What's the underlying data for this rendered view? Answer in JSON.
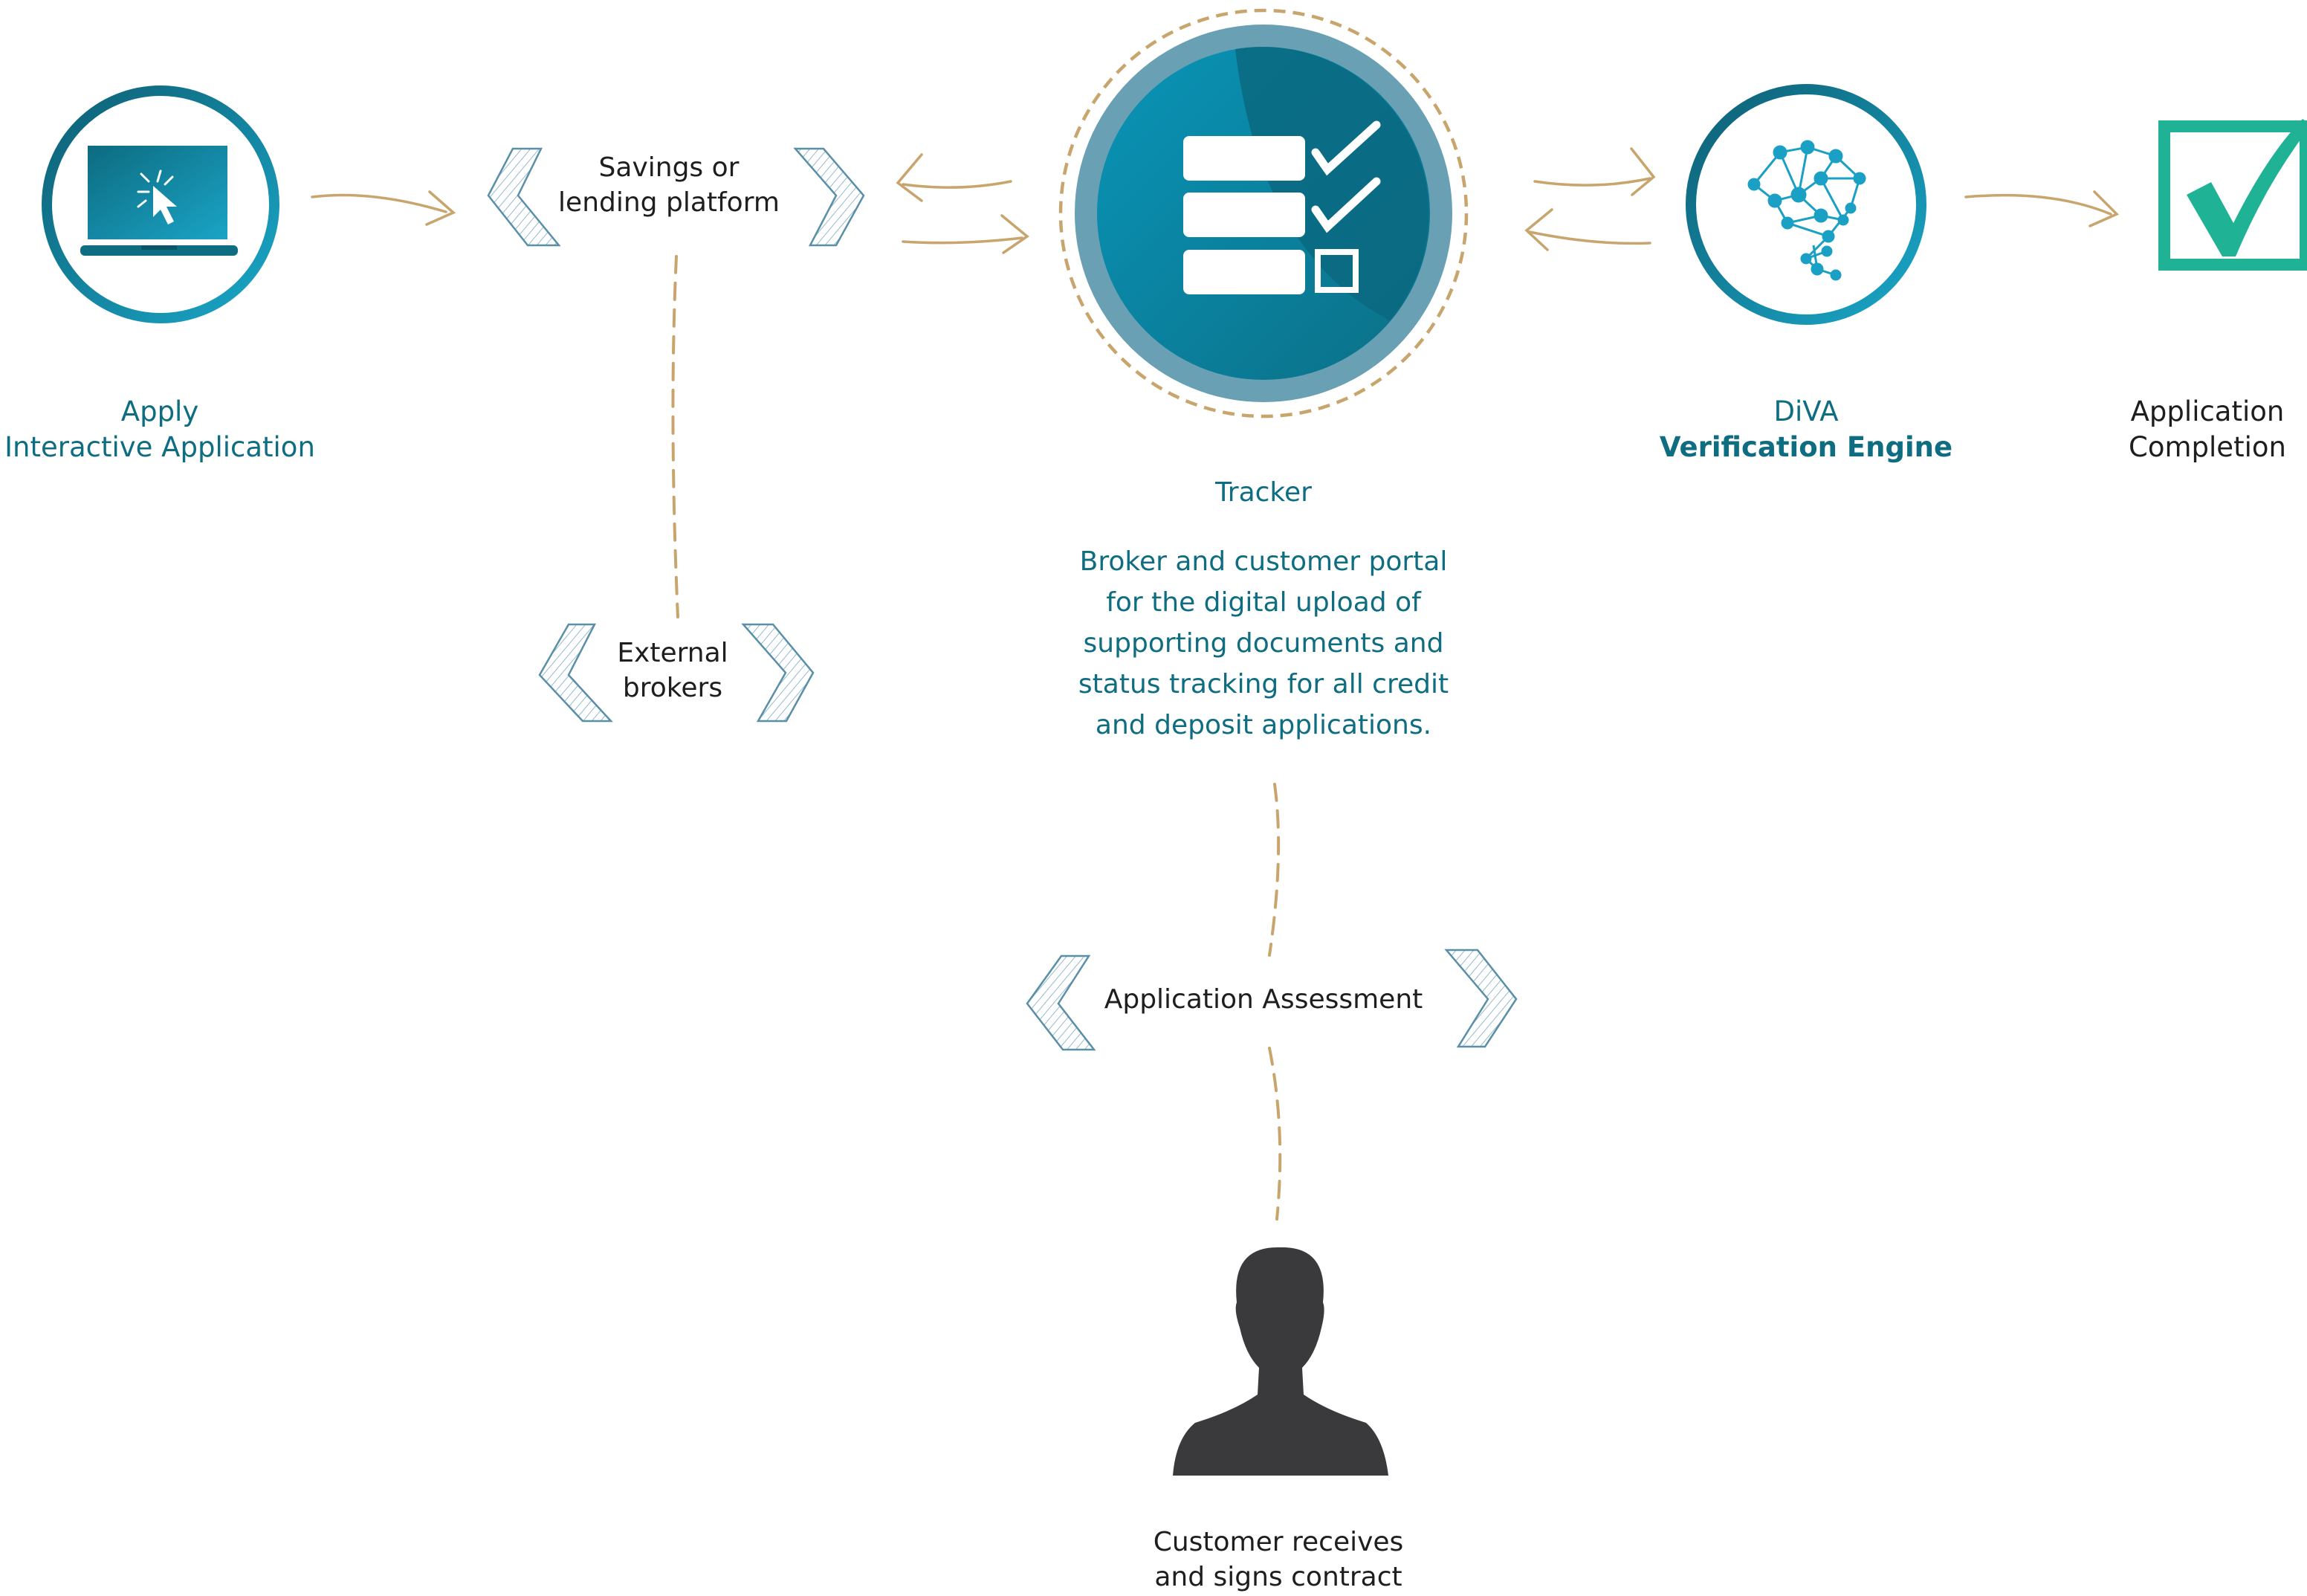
{
  "nodes": {
    "apply": {
      "title": "Apply",
      "subtitle": "Interactive Application",
      "icon": "laptop-cursor-icon"
    },
    "platform": {
      "line1": "Savings or",
      "line2": "lending platform"
    },
    "brokers": {
      "line1": "External",
      "line2": "brokers"
    },
    "tracker": {
      "title": "Tracker",
      "description": [
        "Broker and customer portal",
        "for the digital upload of",
        "supporting documents and",
        "status tracking for all credit",
        "and deposit applications."
      ],
      "icon": "checklist-icon"
    },
    "diva": {
      "title": "DiVA",
      "subtitle": "Verification Engine",
      "icon": "brain-network-icon"
    },
    "completion": {
      "line1": "Application",
      "line2": "Completion",
      "icon": "checkbox-checked-icon"
    },
    "assessment": {
      "label": "Application Assessment"
    },
    "customer": {
      "line1": "Customer receives",
      "line2": "and signs contract",
      "icon": "person-silhouette-icon"
    }
  },
  "colors": {
    "teal_dark": "#0e6d80",
    "teal_light": "#1aa0c4",
    "gold": "#c9a56e",
    "green": "#1fb294",
    "silhouette": "#3a3a3c",
    "chevron": "#5a8fa8"
  }
}
